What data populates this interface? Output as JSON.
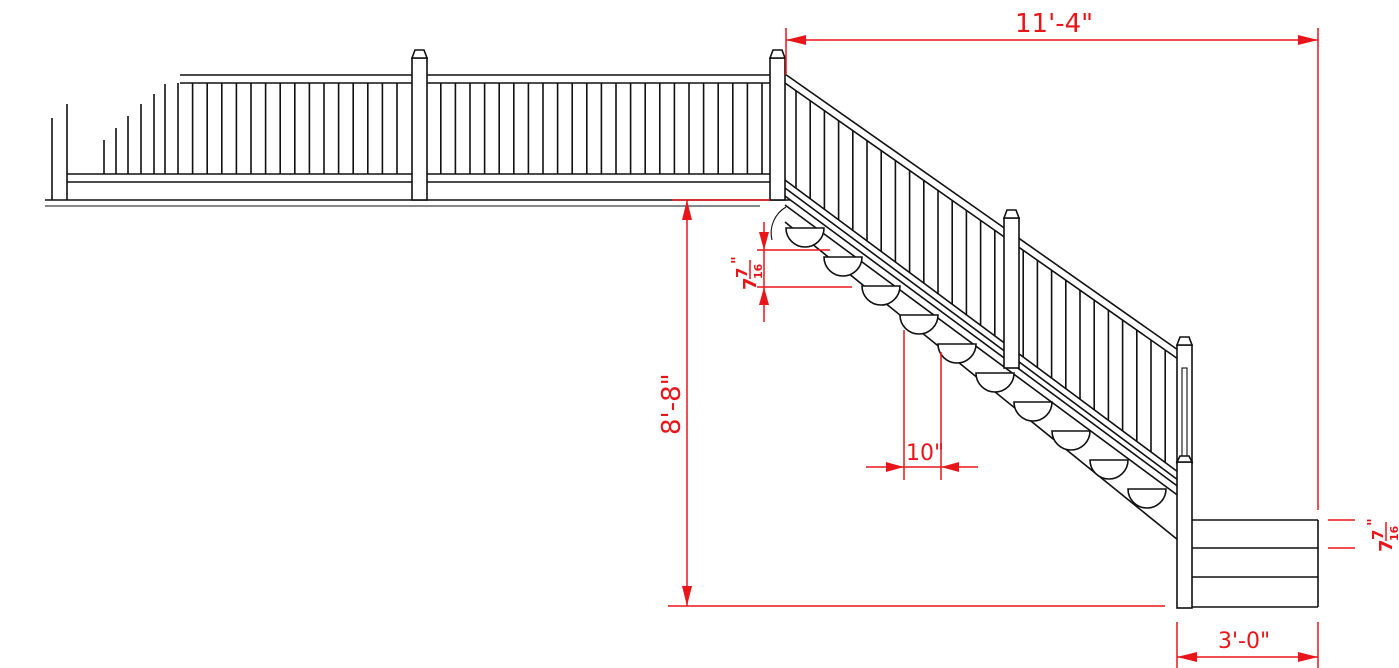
{
  "dimensions": {
    "total_run": "11'-4\"",
    "total_rise": "8'-8\"",
    "tread_depth": "10\"",
    "landing_width": "3'-0\"",
    "riser_height_whole": "7",
    "riser_height_numerator": "7",
    "riser_height_denominator": "16",
    "riser_height_inch_mark": "\"",
    "lower_riser_whole": "7",
    "lower_riser_numerator": "7",
    "lower_riser_denominator": "16",
    "lower_riser_inch_mark": "\""
  },
  "colors": {
    "ink": "#111111",
    "dimension": "#e8161a"
  }
}
